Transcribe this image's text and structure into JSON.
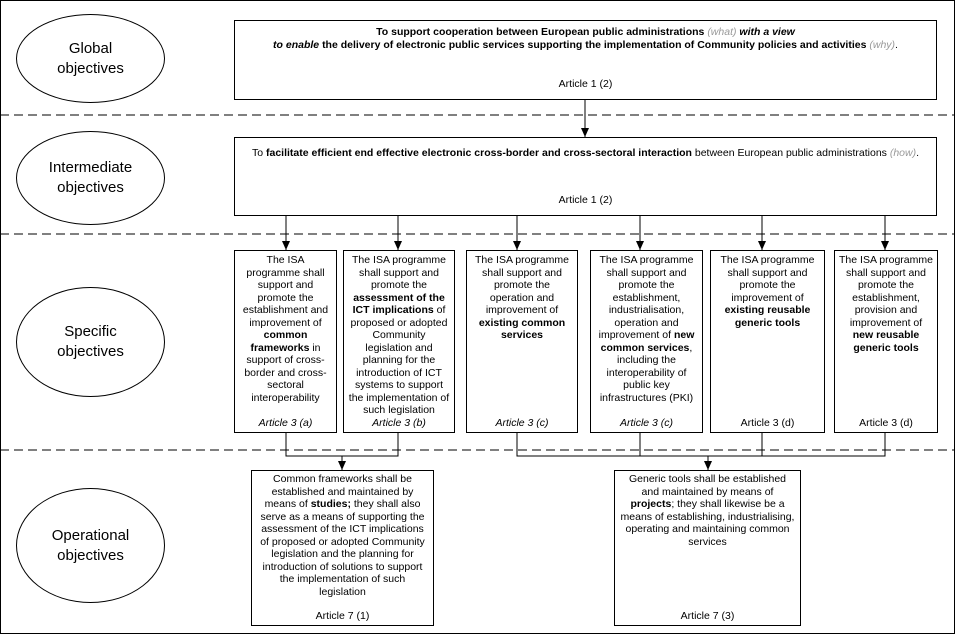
{
  "levels": {
    "global": [
      "Global",
      "objectives"
    ],
    "intermediate": [
      "Intermediate",
      "objectives"
    ],
    "specific": [
      "Specific",
      "objectives"
    ],
    "operational": [
      "Operational",
      "objectives"
    ]
  },
  "global_box": {
    "line1_bold": "To support cooperation between European public administrations",
    "line1_what": "(what)",
    "line1_tail": "with a view",
    "line2_bold_italic": "to enable",
    "line2_bold": "the delivery of electronic public services supporting the implementation of Community policies and activities",
    "line2_why": "(why)",
    "line2_end": ".",
    "article": "Article 1 (2)"
  },
  "intermediate_box": {
    "pre": "To",
    "bold": "facilitate efficient end effective electronic cross-border and cross-sectoral interaction",
    "post": "between European public administrations",
    "how": "(how)",
    "end": ".",
    "article": "Article 1 (2)"
  },
  "specific": [
    {
      "pre": "The ISA programme shall support and promote the establishment and improvement of",
      "bold": "common frameworks",
      "post": "in support of cross-border and cross-sectoral interoperability",
      "article": "Article 3 (a)"
    },
    {
      "pre": "The ISA programme shall support and promote the",
      "bold": "assessment of the ICT implications",
      "post": "of proposed or adopted Community legislation and planning for the introduction of ICT systems to support the implementation of such legislation",
      "article": "Article 3 (b)"
    },
    {
      "pre": "The ISA programme shall support and promote the operation and improvement of",
      "bold": "existing common services",
      "post": "",
      "article": "Article 3 (c)"
    },
    {
      "pre": "The ISA programme shall support and promote the establishment, industrialisation, operation and improvement of",
      "bold": "new common services",
      "post": ", including the interoperability of public key infrastructures (PKI)",
      "article": "Article 3 (c)"
    },
    {
      "pre": "The ISA programme shall support and promote the improvement of",
      "bold": "existing reusable generic tools",
      "post": "",
      "article": "Article 3 (d)"
    },
    {
      "pre": "The ISA programme shall support and promote the establishment, provision and improvement of",
      "bold": "new reusable generic tools",
      "post": "",
      "article": "Article 3 (d)"
    }
  ],
  "operational": [
    {
      "pre": "Common frameworks shall be established and maintained by means of",
      "bold": "studies;",
      "post": "they shall also serve as a means of supporting the assessment of the ICT implications of proposed or adopted Community legislation and the planning for introduction of solutions to support the implementation of such legislation",
      "article": "Article 7 (1)"
    },
    {
      "pre": "Generic tools shall be established and maintained by means of",
      "bold": "projects",
      "post": "; they shall likewise be a means of establishing, industrialising, operating and maintaining common services",
      "article": "Article 7 (3)"
    }
  ]
}
